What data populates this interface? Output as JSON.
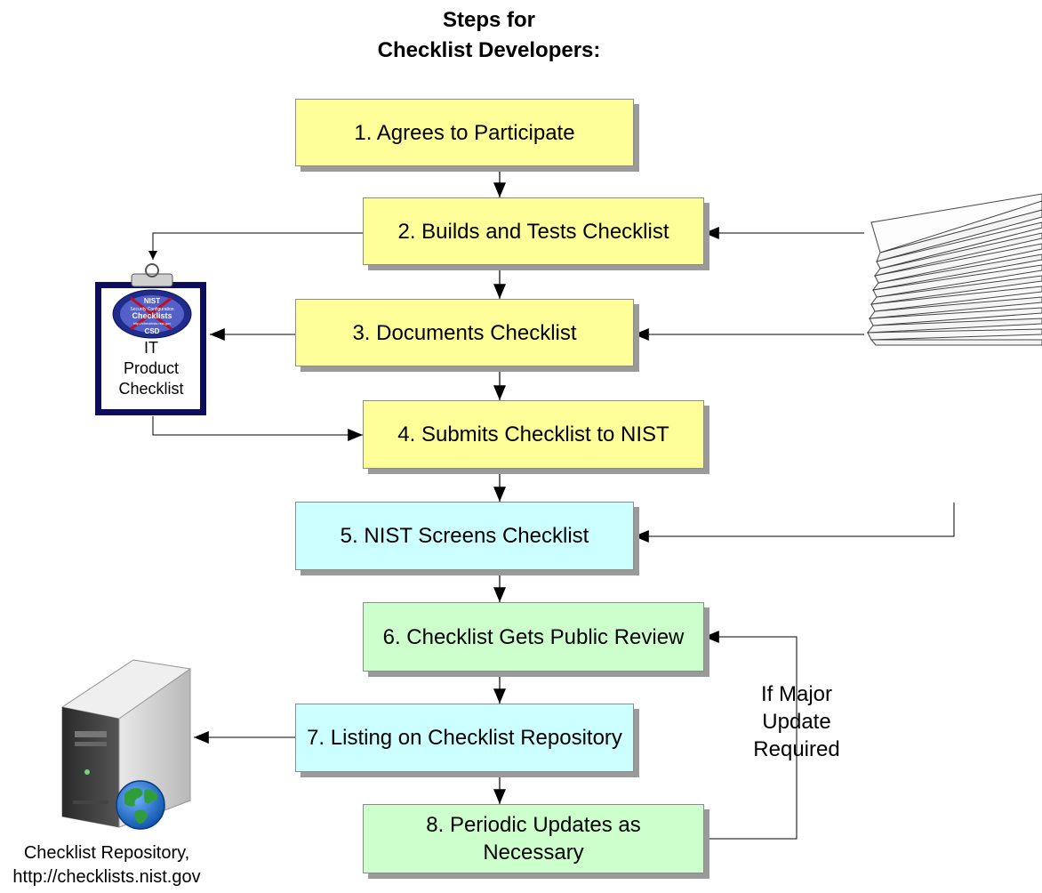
{
  "title": {
    "line1": "Steps for",
    "line2": "Checklist Developers:"
  },
  "steps": [
    {
      "label": "1. Agrees to Participate",
      "fill": "#ffff99"
    },
    {
      "label": "2. Builds and Tests Checklist",
      "fill": "#ffff99"
    },
    {
      "label": "3. Documents Checklist",
      "fill": "#ffff99"
    },
    {
      "label": "4. Submits Checklist to NIST",
      "fill": "#ffff99"
    },
    {
      "label": "5. NIST Screens Checklist",
      "fill": "#ccffff"
    },
    {
      "label": "6. Checklist Gets Public Review",
      "fill": "#ccffcc"
    },
    {
      "label": "7. Listing on Checklist Repository",
      "fill": "#ccffff"
    },
    {
      "label": "8. Periodic Updates as Necessary",
      "fill": "#ccffcc"
    }
  ],
  "clipboard": {
    "badge_top": "NIST",
    "badge_sub": "Security Configuration",
    "badge_main": "Checklists",
    "badge_url": "http://checklists.nist.gov",
    "badge_bottom": "CSD",
    "label_line1": "IT",
    "label_line2": "Product",
    "label_line3": "Checklist"
  },
  "repository": {
    "label_line1": "Checklist Repository,",
    "label_line2": "http://checklists.nist.gov"
  },
  "loop_label": {
    "line1": "If Major",
    "line2": "Update",
    "line3": "Required"
  },
  "colors": {
    "yellow": "#ffff99",
    "cyan": "#ccffff",
    "green": "#ccffcc",
    "shadow": "#9a9a9a",
    "border": "#8c8c8c"
  }
}
